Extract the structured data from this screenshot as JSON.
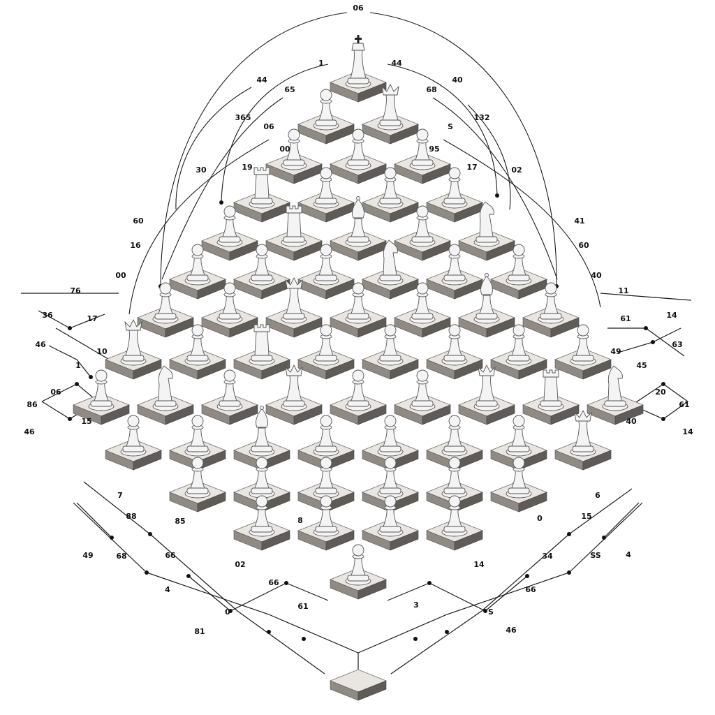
{
  "palette": {
    "background": "#ffffff",
    "tile_top": "#e9e6e2",
    "tile_left": "#8f8a84",
    "tile_right": "#5f5b56",
    "piece_fill": "#f4f4f4",
    "piece_stroke": "#555555",
    "line": "#1a1a1a"
  },
  "labels": [
    "06",
    "44",
    "1",
    "44",
    "40",
    "365",
    "65",
    "68",
    "132",
    "06",
    "S",
    "00",
    "95",
    "30",
    "19",
    "17",
    "02",
    "60",
    "16",
    "00",
    "41",
    "60",
    "40",
    "76",
    "36",
    "17",
    "10",
    "46",
    "1",
    "11",
    "14",
    "61",
    "49",
    "63",
    "45",
    "06",
    "86",
    "46",
    "15",
    "20",
    "61",
    "40",
    "14",
    "7",
    "88",
    "85",
    "6",
    "15",
    "0",
    "49",
    "68",
    "66",
    "02",
    "8",
    "14",
    "34",
    "SS",
    "4",
    "66",
    "81",
    "61",
    "4",
    "0",
    "3",
    "S",
    "46",
    "66"
  ],
  "pieces": [
    {
      "kind": "king-icon"
    },
    {
      "kind": "pawn-icon"
    },
    {
      "kind": "queen-icon"
    },
    {
      "kind": "pawn-icon"
    },
    {
      "kind": "pawn-icon"
    },
    {
      "kind": "pawn-icon"
    },
    {
      "kind": "rook-icon"
    },
    {
      "kind": "pawn-icon"
    },
    {
      "kind": "pawn-icon"
    },
    {
      "kind": "pawn-icon"
    },
    {
      "kind": "pawn-icon"
    },
    {
      "kind": "rook-icon"
    },
    {
      "kind": "bishop-icon"
    },
    {
      "kind": "pawn-icon"
    },
    {
      "kind": "knight-icon"
    },
    {
      "kind": "pawn-icon"
    },
    {
      "kind": "pawn-icon"
    },
    {
      "kind": "pawn-icon"
    },
    {
      "kind": "knight-icon"
    },
    {
      "kind": "pawn-icon"
    },
    {
      "kind": "pawn-icon"
    },
    {
      "kind": "pawn-icon"
    },
    {
      "kind": "pawn-icon"
    },
    {
      "kind": "queen-icon"
    },
    {
      "kind": "pawn-icon"
    },
    {
      "kind": "pawn-icon"
    },
    {
      "kind": "bishop-icon"
    },
    {
      "kind": "pawn-icon"
    },
    {
      "kind": "queen-icon"
    },
    {
      "kind": "pawn-icon"
    },
    {
      "kind": "rook-icon"
    },
    {
      "kind": "pawn-icon"
    },
    {
      "kind": "pawn-icon"
    },
    {
      "kind": "pawn-icon"
    },
    {
      "kind": "pawn-icon"
    },
    {
      "kind": "pawn-icon"
    },
    {
      "kind": "pawn-icon"
    },
    {
      "kind": "knight-icon"
    },
    {
      "kind": "pawn-icon"
    },
    {
      "kind": "queen-icon"
    },
    {
      "kind": "pawn-icon"
    },
    {
      "kind": "pawn-icon"
    },
    {
      "kind": "queen-icon"
    },
    {
      "kind": "rook-icon"
    },
    {
      "kind": "knight-icon"
    },
    {
      "kind": "pawn-icon"
    },
    {
      "kind": "pawn-icon"
    },
    {
      "kind": "bishop-icon"
    },
    {
      "kind": "pawn-icon"
    },
    {
      "kind": "pawn-icon"
    },
    {
      "kind": "pawn-icon"
    },
    {
      "kind": "pawn-icon"
    },
    {
      "kind": "queen-icon"
    },
    {
      "kind": "pawn-icon"
    },
    {
      "kind": "pawn-icon"
    },
    {
      "kind": "pawn-icon"
    },
    {
      "kind": "pawn-icon"
    },
    {
      "kind": "pawn-icon"
    },
    {
      "kind": "pawn-icon"
    },
    {
      "kind": "pawn-icon"
    },
    {
      "kind": "pawn-icon"
    },
    {
      "kind": "pawn-icon"
    },
    {
      "kind": "pawn-icon"
    },
    {
      "kind": "pawn-icon"
    }
  ],
  "connector_nodes": 28
}
